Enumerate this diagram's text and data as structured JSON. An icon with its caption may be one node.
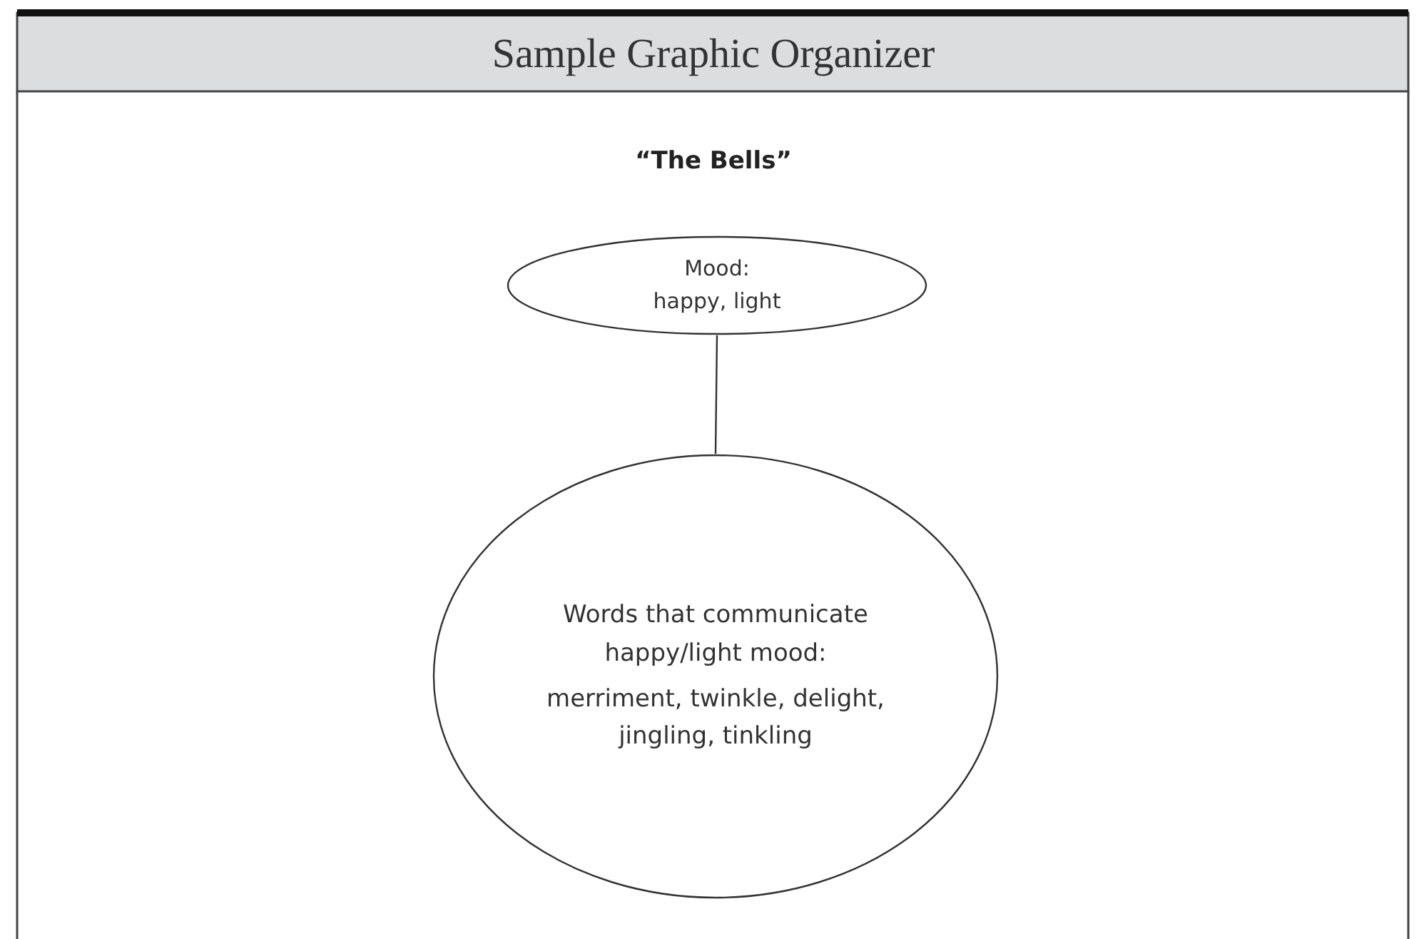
{
  "diagram": {
    "title": "Sample Graphic Organizer",
    "nodes": [
      {
        "text": [
          "Mood:",
          "happy, light"
        ]
      },
      {
        "text": [
          "Words that communicate happy/light mood:",
          "merriment, twinkle, delight, jingling, tinkling"
        ]
      }
    ],
    "edges": [
      {
        "from": 0,
        "to": 1,
        "arrow": "none"
      }
    ],
    "labels": [
      "“The Bells”"
    ]
  }
}
